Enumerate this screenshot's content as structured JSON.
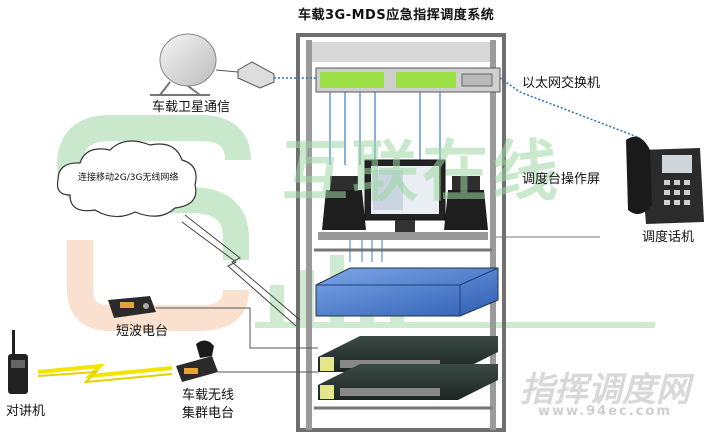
{
  "title": "车载3G-MDS应急指挥调度系统",
  "labels": {
    "satellite": "车载卫星通信",
    "ethernet_switch": "以太网交换机",
    "console_screen": "调度台操作屏",
    "dispatch_phone": "调度话机",
    "mobile_network": "连接移动2G/3G无线网络",
    "shortwave": "短波电台",
    "vehicle_trunk_line1": "车载无线",
    "vehicle_trunk_line2": "集群电台",
    "walkie_talkie": "对讲机"
  },
  "watermark": {
    "center_text": "互联在线",
    "bottom_text": "指挥调度网",
    "bottom_url": "www.94ec.com"
  },
  "colors": {
    "rack_frame": "#6f6f6f",
    "watermark_green": "#9ed7a3",
    "watermark_orange": "#f6c9a8",
    "lightning_yellow": "#f2e600",
    "blue_device": "#3d6fc4",
    "switch_green": "#8ccf3b"
  },
  "icons": [
    "satellite-dish-icon",
    "modem-icon",
    "ip-phone-icon",
    "cloud-icon",
    "shortwave-radio-icon",
    "trunk-radio-icon",
    "walkie-talkie-icon",
    "lightning-icon"
  ]
}
